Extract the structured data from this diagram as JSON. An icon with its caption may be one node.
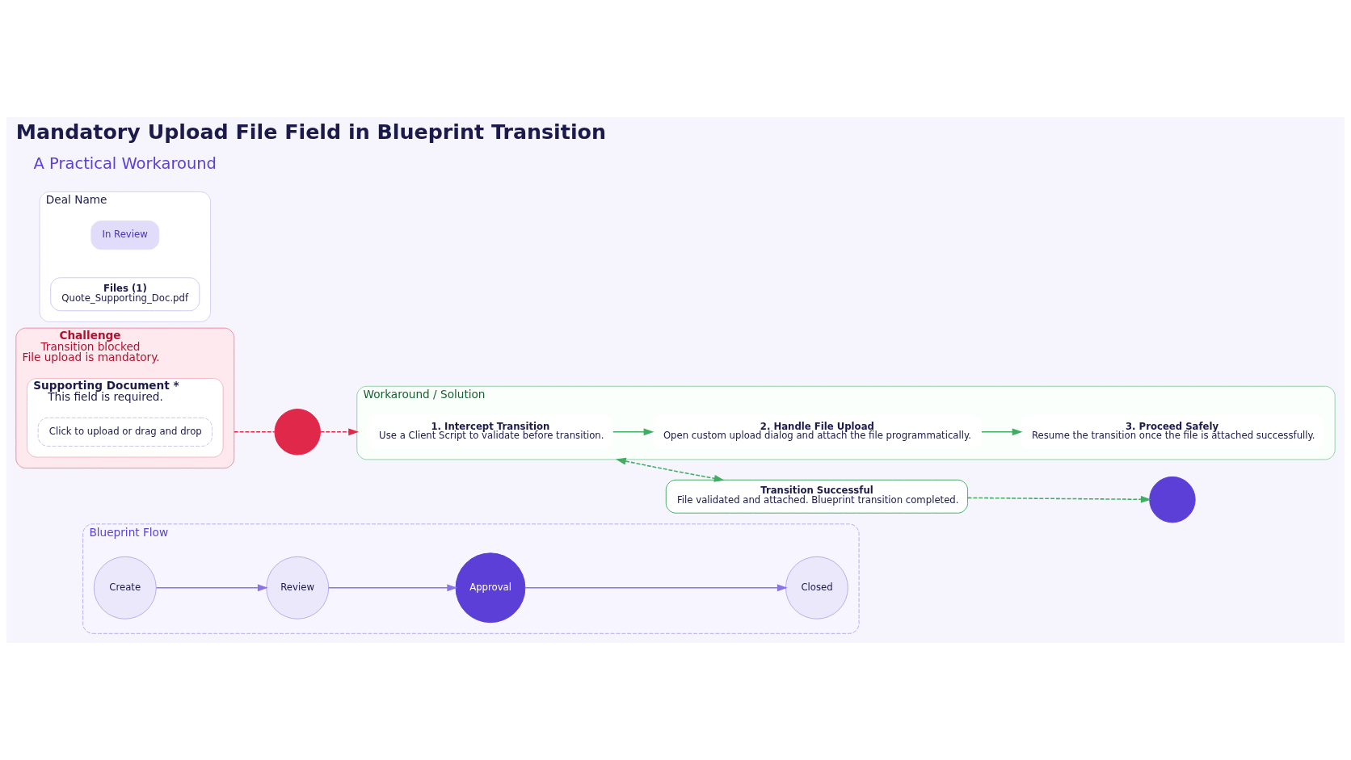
{
  "diagram": {
    "title": "Mandatory Upload File Field in Blueprint Transition",
    "nodes": [
      {
        "text": [
          "Blueprint Flow"
        ]
      },
      {
        "text": [
          "Create"
        ],
        "in": 0
      },
      {
        "text": [
          "Review"
        ],
        "in": 0
      },
      {
        "text": [
          "Approval"
        ],
        "in": 0
      },
      {
        "text": [
          "Closed"
        ],
        "in": 0
      },
      {
        "text": [
          "Challenge",
          "Transition blocked",
          "File upload is mandatory."
        ]
      },
      {
        "text": [
          "Supporting Document *",
          "This field is required."
        ],
        "in": 5
      },
      {
        "text": [
          "Click to upload or drag and drop"
        ],
        "in": 6
      },
      {
        "text": [],
        "shape": "circle"
      },
      {
        "text": [
          "Workaround / Solution"
        ]
      },
      {
        "text": [
          "1. Intercept Transition",
          "Use a Client Script to validate before transition."
        ],
        "in": 9
      },
      {
        "text": [
          "2. Handle File Upload",
          "Open custom upload dialog and attach the file programmatically."
        ],
        "in": 9
      },
      {
        "text": [
          "3. Proceed Safely",
          "Resume the transition once the file is attached successfully."
        ],
        "in": 9
      },
      {
        "text": [
          "Transition Successful",
          "File validated and attached. Blueprint transition completed."
        ]
      },
      {
        "text": [],
        "shape": "circle"
      },
      {
        "text": [
          "Deal Name"
        ]
      },
      {
        "text": [
          "In Review"
        ],
        "in": 15
      },
      {
        "text": [
          "Files (1)",
          "Quote_Supporting_Doc.pdf"
        ],
        "in": 15
      }
    ],
    "edges": [
      {
        "from": 1,
        "to": 2,
        "arrow": "to",
        "color": "#8b74e6"
      },
      {
        "from": 2,
        "to": 3,
        "arrow": "to",
        "color": "#8b74e6"
      },
      {
        "from": 3,
        "to": 4,
        "arrow": "to",
        "color": "#8b74e6"
      },
      {
        "from": 5,
        "to": 8,
        "arrow": "none",
        "style": "dashed",
        "color": "#e0284a"
      },
      {
        "from": 8,
        "to": 9,
        "arrow": "to",
        "style": "dashed",
        "color": "#e0284a"
      },
      {
        "from": 10,
        "to": 11,
        "arrow": "to",
        "color": "#3fae62"
      },
      {
        "from": 11,
        "to": 12,
        "arrow": "to",
        "color": "#3fae62"
      },
      {
        "from": 9,
        "to": 13,
        "arrow": "both",
        "style": "dashed",
        "color": "#3fae62"
      },
      {
        "from": 13,
        "to": 14,
        "arrow": "to",
        "style": "dashed",
        "color": "#3fae62"
      }
    ],
    "labels": [
      "A Practical Workaround"
    ]
  }
}
